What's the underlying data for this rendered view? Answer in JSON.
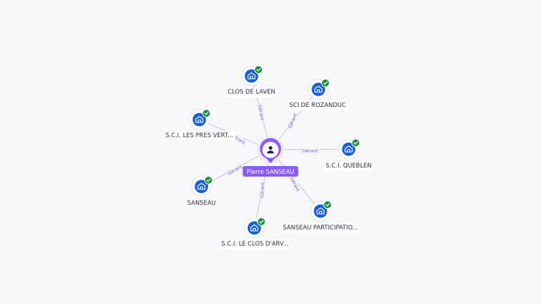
{
  "colors": {
    "background": "#f7f8fa",
    "company_icon": "#1a5fd6",
    "check_badge": "#1e8e3e",
    "person_pin": "#8a5cf5",
    "edge": "#b9b7d6",
    "edge_label": "#6a5acd"
  },
  "center": {
    "name": "Pierre SANSEAU",
    "icon": "person-icon"
  },
  "relation_label": "Gérant",
  "companies": [
    {
      "name": "CLOS DE LAVEN",
      "icon": "building-icon",
      "verified": true
    },
    {
      "name": "SCI DE ROZANDUC",
      "icon": "building-icon",
      "verified": true
    },
    {
      "name": "S.C.I. QUEBLEN",
      "icon": "building-icon",
      "verified": true
    },
    {
      "name": "SANSEAU PARTICIPATIO...",
      "icon": "building-icon",
      "verified": true
    },
    {
      "name": "S.C.I. LE CLOS D'ARV...",
      "icon": "building-icon",
      "verified": true
    },
    {
      "name": "SANSEAU",
      "icon": "building-icon",
      "verified": true
    },
    {
      "name": "S.C.I. LES PRES VERT...",
      "icon": "building-icon",
      "verified": true
    }
  ]
}
